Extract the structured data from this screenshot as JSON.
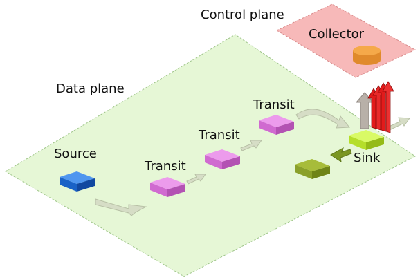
{
  "labels": {
    "control_plane": "Control plane",
    "collector": "Collector",
    "data_plane": "Data plane",
    "source": "Source",
    "transit_1": "Transit",
    "transit_2": "Transit",
    "transit_3": "Transit",
    "sink": "Sink"
  },
  "icons": {
    "collector": "database-cylinder-icon",
    "report": "red-report-arrows-icon",
    "upstream": "upload-arrow-icon"
  },
  "colors": {
    "data_plane_fill": "#e6f7d6",
    "data_plane_border": "#9fc58a",
    "control_plane_fill": "#f7b9b9",
    "control_plane_border": "#d88a8a",
    "source": "#1e6fd8",
    "transit": "#e07ae0",
    "sink": "#c6f03a",
    "dropped": "#8da22a",
    "collector": "#f0a040",
    "flow_arrow": "#d6ddc6",
    "report_arrow": "#e21b1b"
  }
}
